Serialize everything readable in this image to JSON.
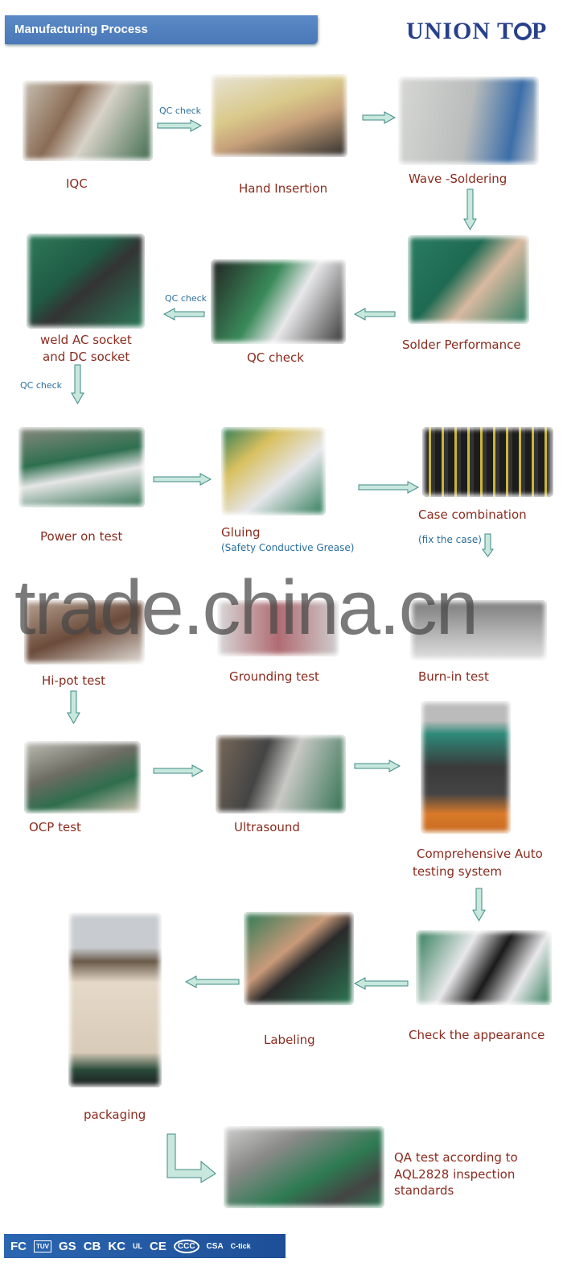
{
  "header": {
    "title": "Manufacturing Process",
    "logo": "UNION TOP"
  },
  "steps": {
    "iqc": "IQC",
    "hand_insertion": "Hand Insertion",
    "wave_soldering": "Wave -Soldering",
    "solder_performance": "Solder Performance",
    "qc_check": "QC check",
    "weld_line1": "weld AC socket",
    "weld_line2": "and DC socket",
    "power_on_test": "Power on test",
    "gluing": "Gluing",
    "gluing_note": "(Safety Conductive Grease)",
    "case_combination": "Case combination",
    "case_note": "(fix the case)",
    "hipot_test": "Hi-pot test",
    "grounding_test": "Grounding test",
    "burnin_test": "Burn-in test",
    "ocp_test": "OCP test",
    "ultrasound": "Ultrasound",
    "auto_line1": "Comprehensive Auto",
    "auto_line2": "testing system",
    "check_appearance": "Check the appearance",
    "labeling": "Labeling",
    "packaging": "packaging",
    "qa_line1": "QA test according to",
    "qa_line2": "AQL2828 inspection",
    "qa_line3": "standards"
  },
  "arrow_notes": {
    "qc1": "QC check",
    "qc2": "QC check",
    "qc3": "QC check"
  },
  "watermark": "trade.china.cn",
  "certifications": [
    "FC",
    "TUV",
    "GS",
    "CB",
    "KC",
    "UL",
    "CE",
    "CCC",
    "CSA",
    "C-tick"
  ],
  "colors": {
    "header": "#4a78b8",
    "caption": "#8b2b1e",
    "note": "#2a6f9e",
    "arrow_fill": "#c8e8dd",
    "arrow_stroke": "#3f8a86"
  }
}
